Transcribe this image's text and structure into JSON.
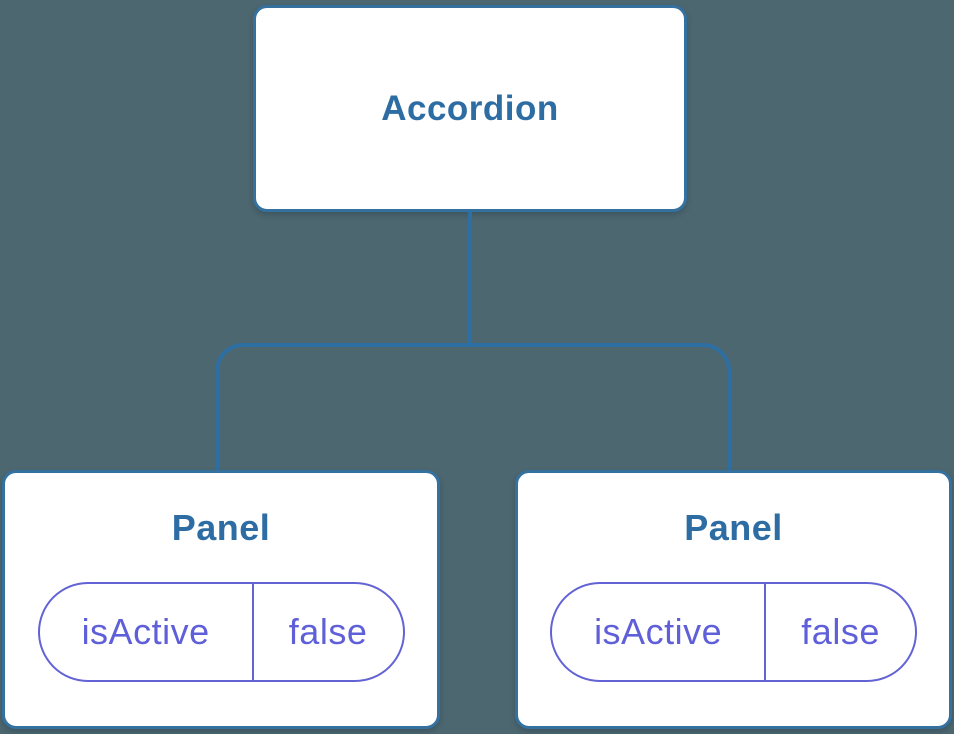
{
  "diagram": {
    "root": {
      "label": "Accordion"
    },
    "children": [
      {
        "label": "Panel",
        "state": {
          "name": "isActive",
          "value": "false"
        }
      },
      {
        "label": "Panel",
        "state": {
          "name": "isActive",
          "value": "false"
        }
      }
    ]
  },
  "colors": {
    "background": "#4d6771",
    "node_bg": "#ffffff",
    "node_border": "#35719f",
    "node_text": "#2d6da4",
    "connector": "#2e6fa3",
    "state_accent": "#6363d6",
    "state_text": "#5f5fd9"
  }
}
